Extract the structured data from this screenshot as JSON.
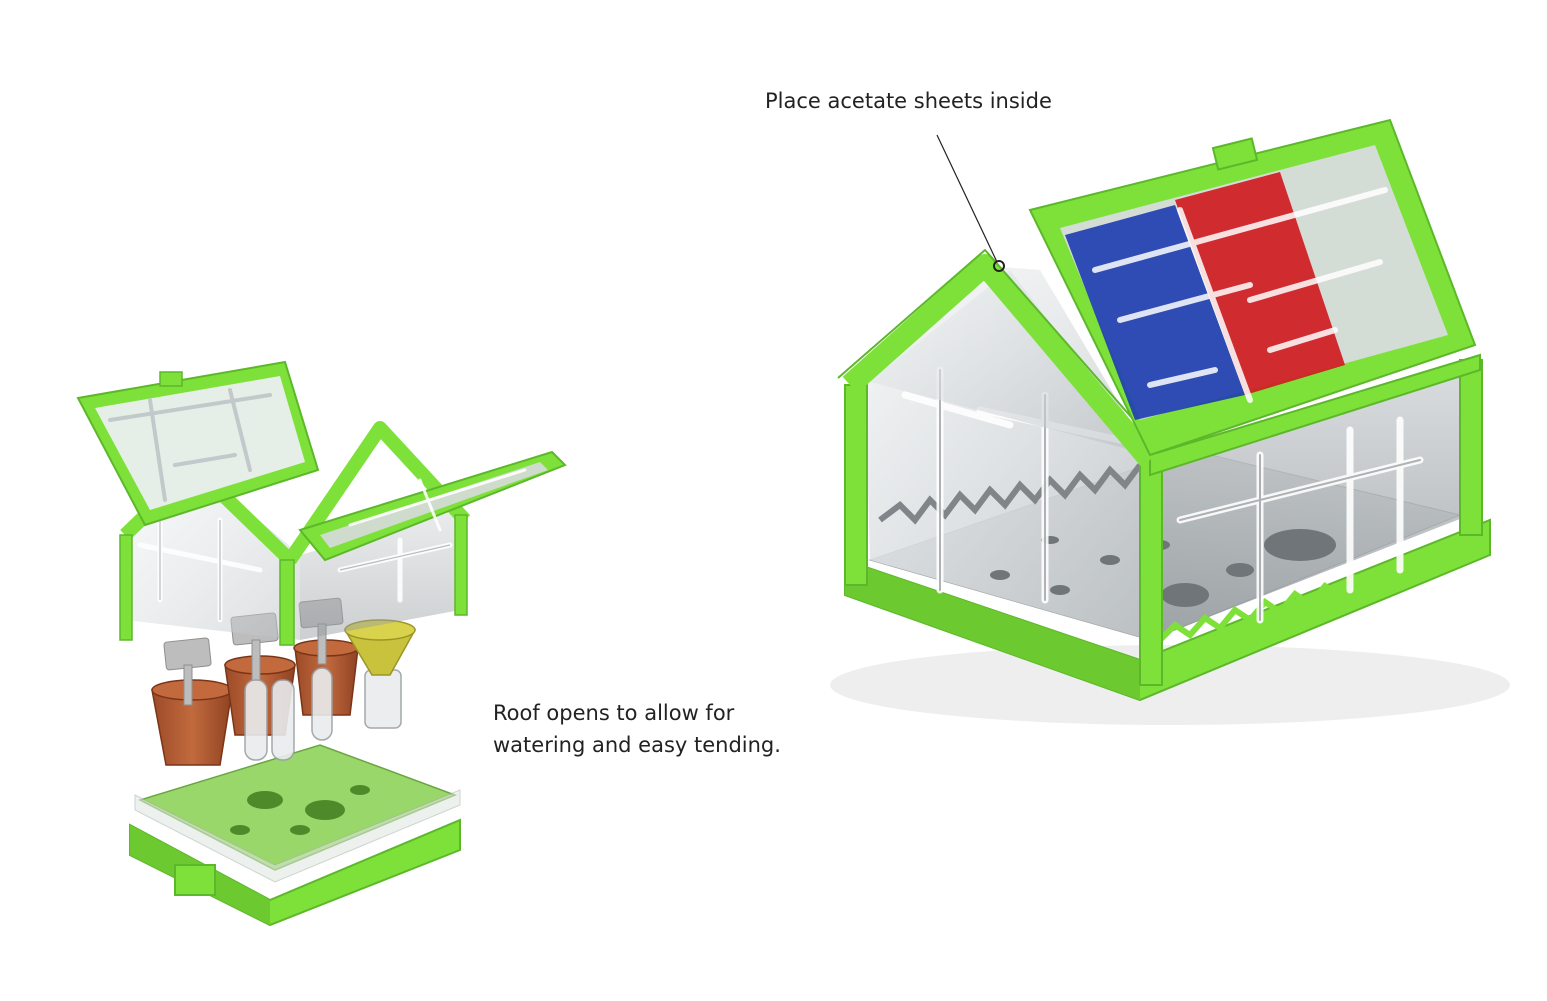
{
  "captions": {
    "acetate": "Place acetate sheets inside",
    "roof_line1": "Roof opens to allow for",
    "roof_line2": "watering and easy tending."
  },
  "colors": {
    "frame_green": "#7ee13a",
    "frame_green_dark": "#5cb82a",
    "acetate_blue": "#1f3fb0",
    "acetate_red": "#cf1c22",
    "pot_terracotta": "#b25a34",
    "funnel_yellow": "#c9c23c",
    "tag_grey": "#bdbdbd",
    "text": "#222222"
  },
  "components": {
    "assembled_greenhouse": "greenhouse-assembled",
    "exploded_greenhouse": "greenhouse-exploded",
    "pots": "flower-pot",
    "tags": "plant-marker",
    "funnel": "funnel",
    "base_tray": "base-tray"
  }
}
